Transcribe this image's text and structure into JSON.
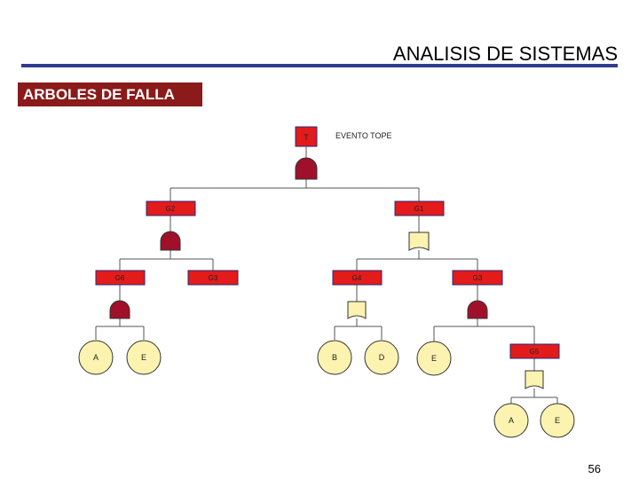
{
  "header": {
    "title": "ANALISIS DE SISTEMAS"
  },
  "section": {
    "title": "ARBOLES DE FALLA"
  },
  "page_number": "56",
  "colors": {
    "header_rule": "#2e3d8f",
    "section_bg": "#8b1a1a",
    "gate_and": "#a0102a",
    "gate_or": "#fdf3b0",
    "box_fill": "#e31b1b",
    "box_stroke": "#2a2a7a",
    "event_fill": "#fdf3b0"
  },
  "diagram": {
    "top_event_label": "EVENTO TOPE",
    "nodes": {
      "T": {
        "label": "T"
      },
      "G2": {
        "label": "G2"
      },
      "G1": {
        "label": "G1"
      },
      "G6": {
        "label": "G6"
      },
      "G3a": {
        "label": "G3"
      },
      "G4": {
        "label": "G4"
      },
      "G3b": {
        "label": "G3"
      },
      "G5": {
        "label": "G5"
      }
    },
    "gates": {
      "T": "and",
      "G2": "and",
      "G1": "or",
      "G6": "and",
      "G4": "or",
      "G3b": "and",
      "G5": "or"
    },
    "events": {
      "e1": "A",
      "e2": "E",
      "e3": "B",
      "e4": "D",
      "e5": "E",
      "e6": "A",
      "e7": "E"
    }
  }
}
